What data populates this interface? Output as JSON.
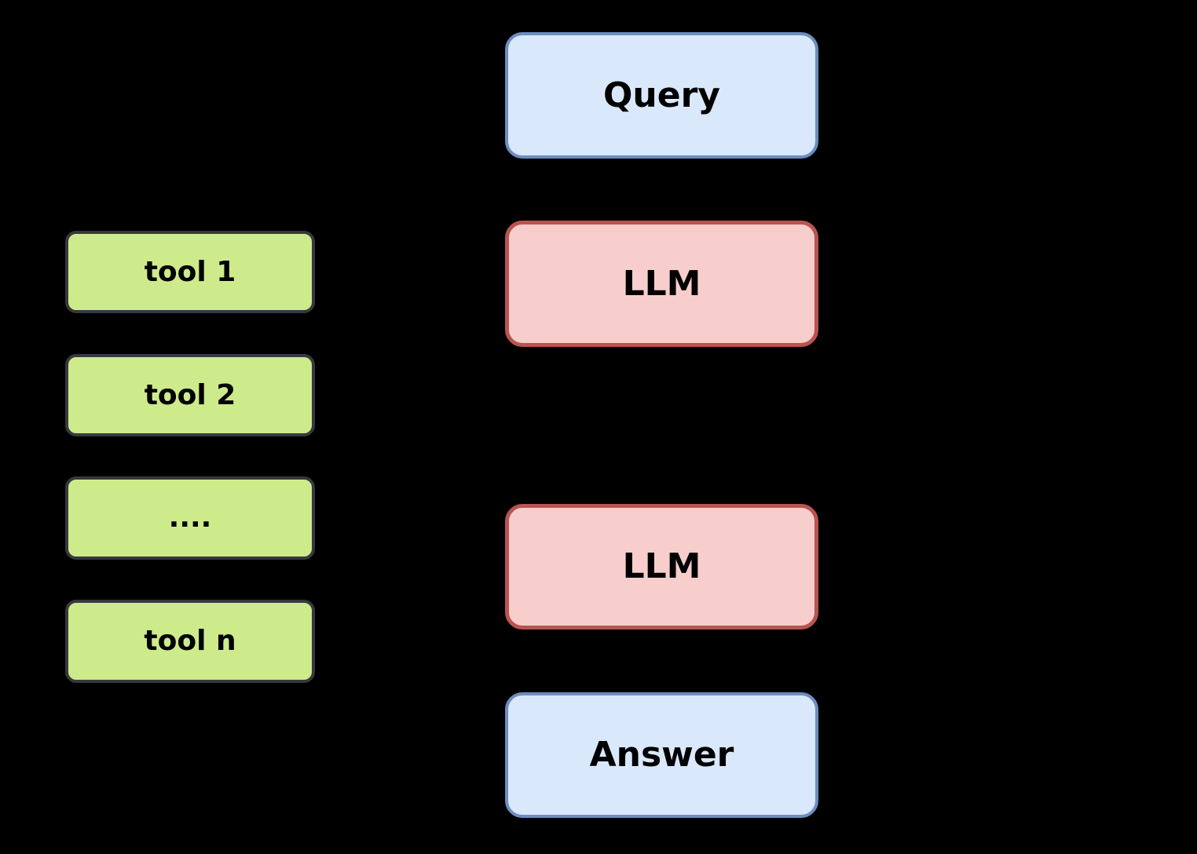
{
  "diagram": {
    "background_color": "#000000",
    "text_color": "#000000",
    "center_column": {
      "query": {
        "label": "Query",
        "fill": "#dae8fc",
        "border": "#6c8ebf"
      },
      "llm_top": {
        "label": "LLM",
        "fill": "#f8cecc",
        "border": "#b85450"
      },
      "llm_bottom": {
        "label": "LLM",
        "fill": "#f8cecc",
        "border": "#b85450"
      },
      "answer": {
        "label": "Answer",
        "fill": "#dae8fc",
        "border": "#6c8ebf"
      }
    },
    "tool_column": {
      "tool_1": {
        "label": "tool 1",
        "fill": "#cdeb8b",
        "border": "#36393d"
      },
      "tool_2": {
        "label": "tool 2",
        "fill": "#cdeb8b",
        "border": "#36393d"
      },
      "tool_ellipsis": {
        "label": "....",
        "fill": "#cdeb8b",
        "border": "#36393d"
      },
      "tool_n": {
        "label": "tool n",
        "fill": "#cdeb8b",
        "border": "#36393d"
      }
    }
  }
}
